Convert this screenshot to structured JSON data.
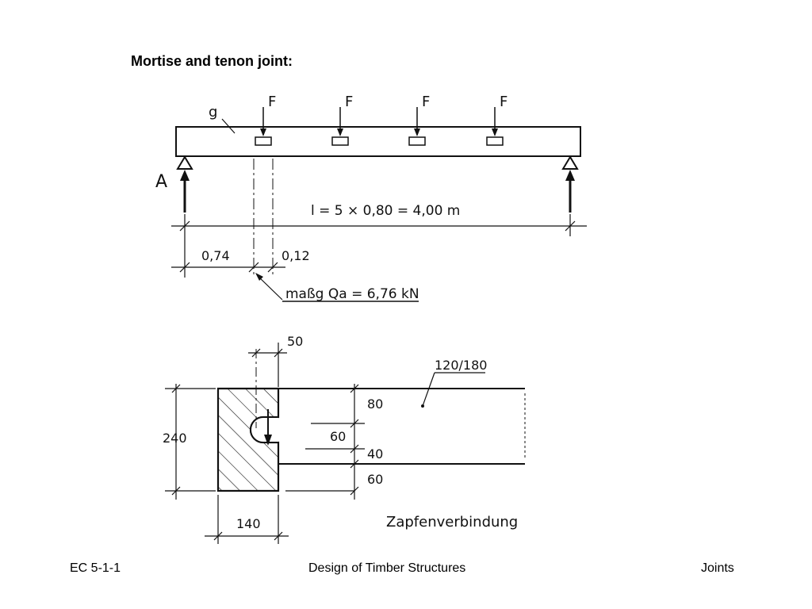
{
  "slide": {
    "title": "Mortise and tenon joint:"
  },
  "beam_figure": {
    "load_label": "g",
    "point_load_label": "F",
    "support_label": "A",
    "span_label": "l = 5 × 0,80 = 4,00 m",
    "dim_left": "0,74",
    "dim_tenon": "0,12",
    "reaction_label": "maßg Qa = 6,76 kN"
  },
  "joint_figure": {
    "dim_50": "50",
    "section_label": "120/180",
    "dim_240": "240",
    "dim_80": "80",
    "dim_60_inner": "60",
    "dim_40": "40",
    "dim_60_bottom": "60",
    "dim_140": "140",
    "caption": "Zapfenverbindung"
  },
  "footer": {
    "left": "EC 5-1-1",
    "center": "Design of Timber Structures",
    "right": "Joints"
  },
  "colors": {
    "ink": "#111111",
    "background": "#ffffff"
  }
}
